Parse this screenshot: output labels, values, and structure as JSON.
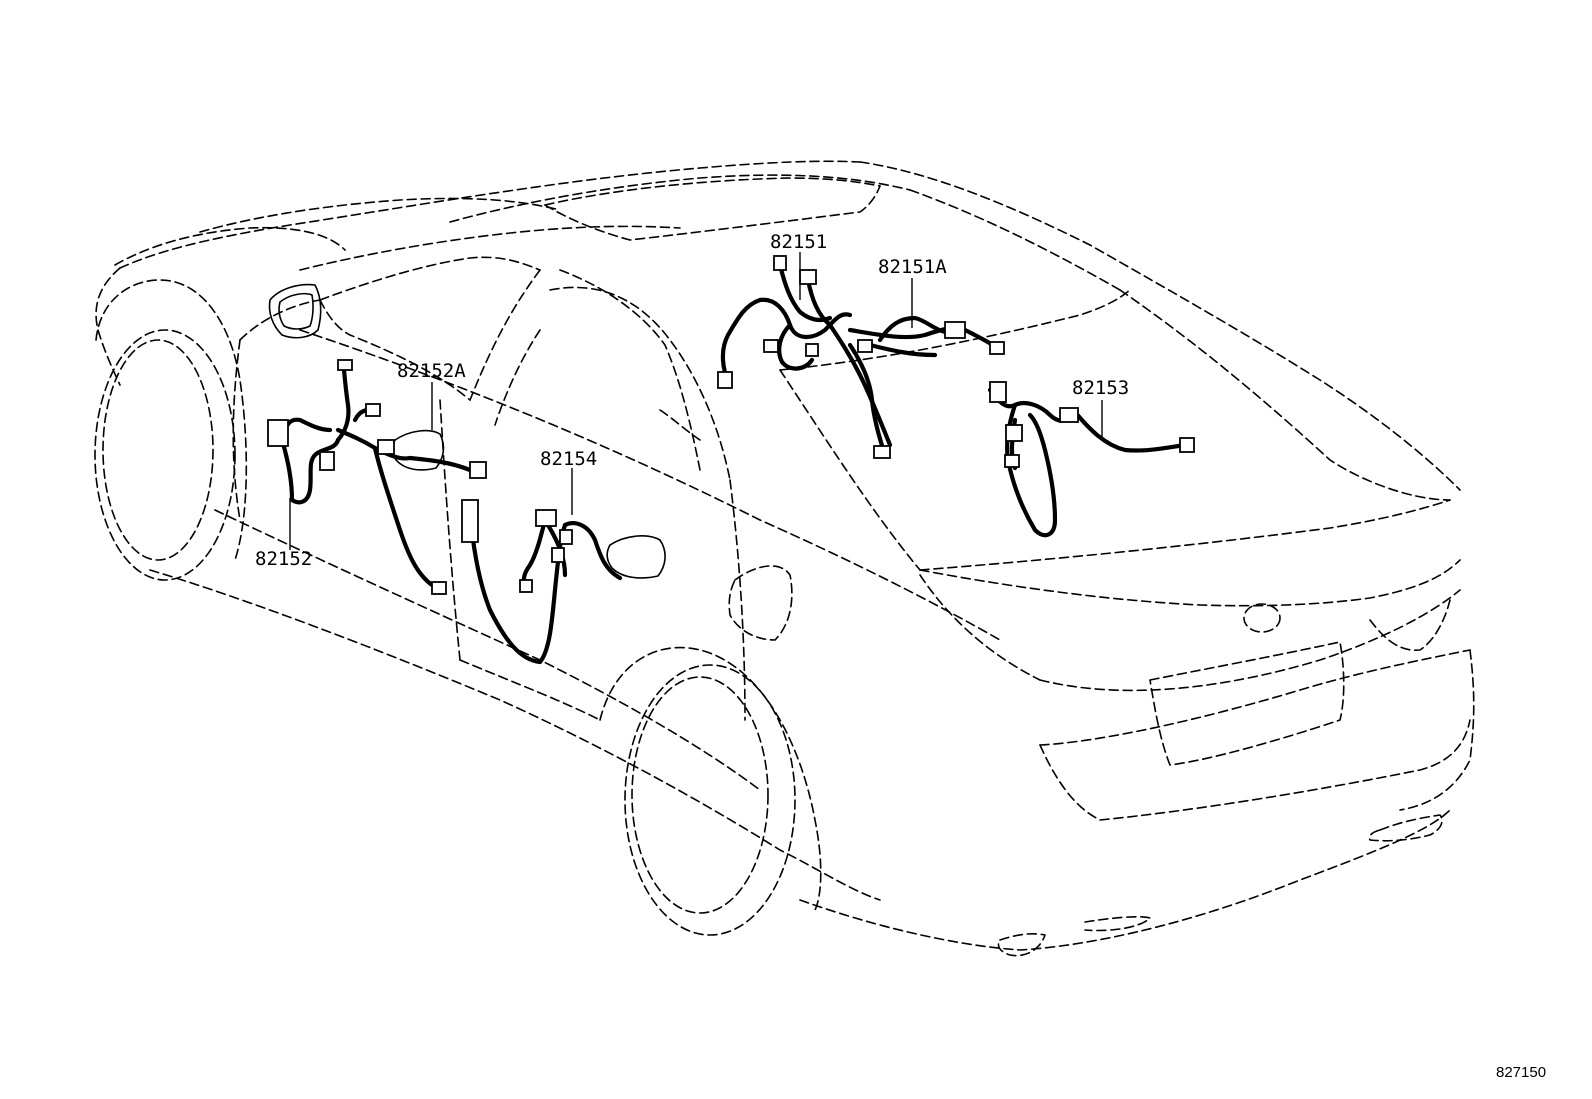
{
  "diagram_id": "827150",
  "parts": [
    {
      "id": "p82151",
      "number": "82151"
    },
    {
      "id": "p82151A",
      "number": "82151A"
    },
    {
      "id": "p82152A",
      "number": "82152A"
    },
    {
      "id": "p82153",
      "number": "82153"
    },
    {
      "id": "p82154",
      "number": "82154"
    },
    {
      "id": "p82152",
      "number": "82152"
    }
  ]
}
